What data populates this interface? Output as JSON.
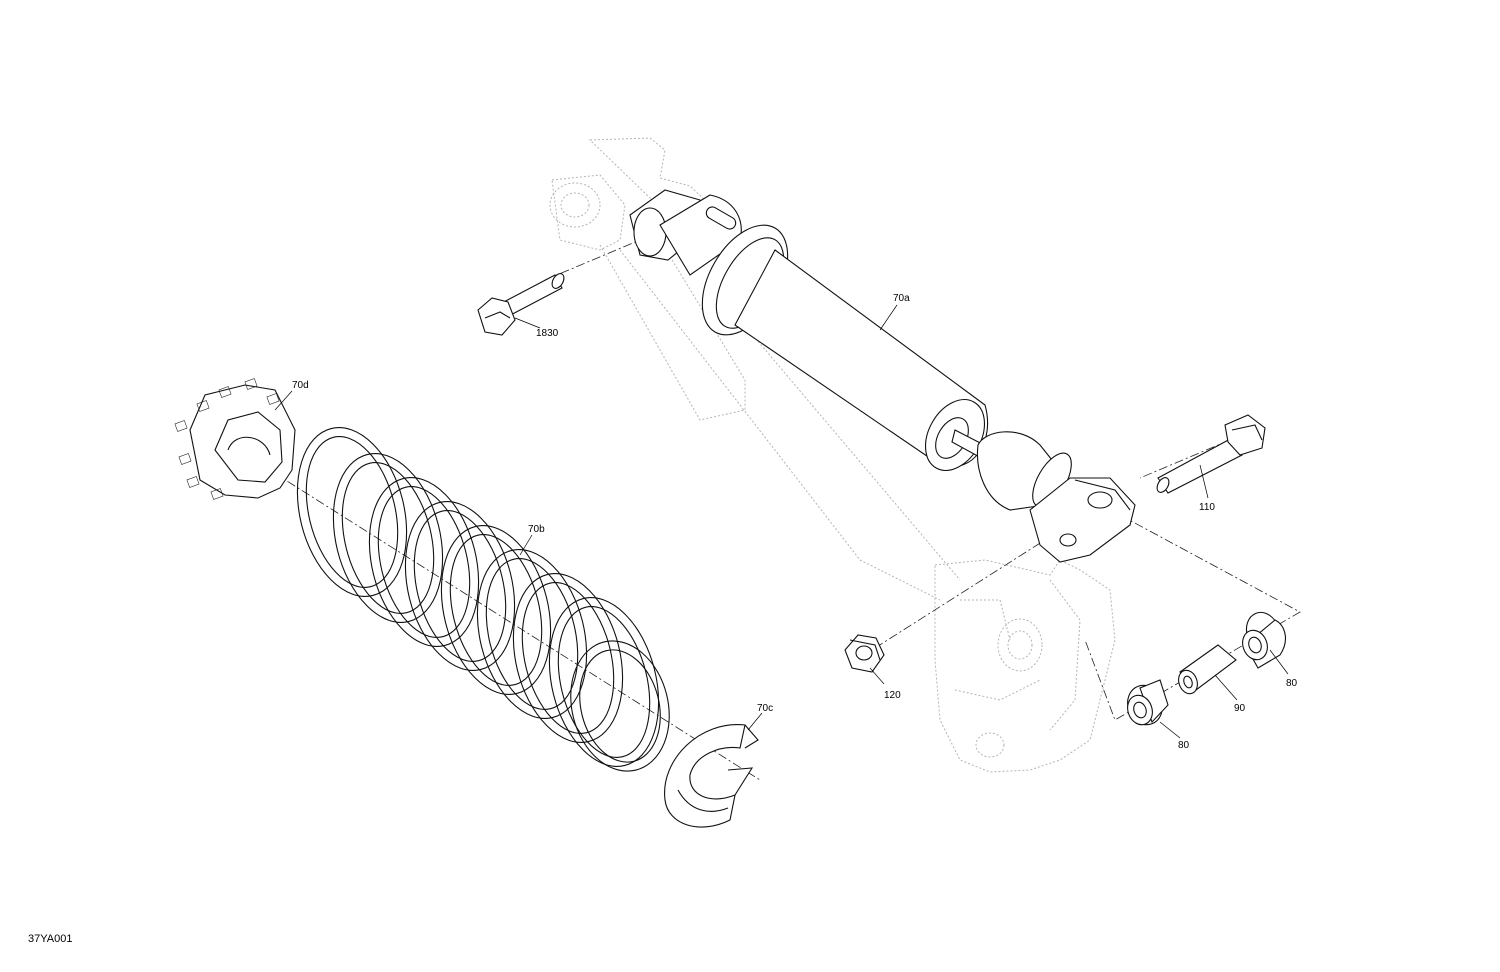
{
  "diagram": {
    "drawing_id": "37YA001",
    "callouts": {
      "shock_body": "70a",
      "spring": "70b",
      "spring_lower_seat": "70c",
      "spring_upper_seat": "70d",
      "upper_bolt": "1830",
      "lower_bolt": "110",
      "nut": "120",
      "bushing_right": "80",
      "bushing_left": "80",
      "sleeve": "90"
    }
  }
}
